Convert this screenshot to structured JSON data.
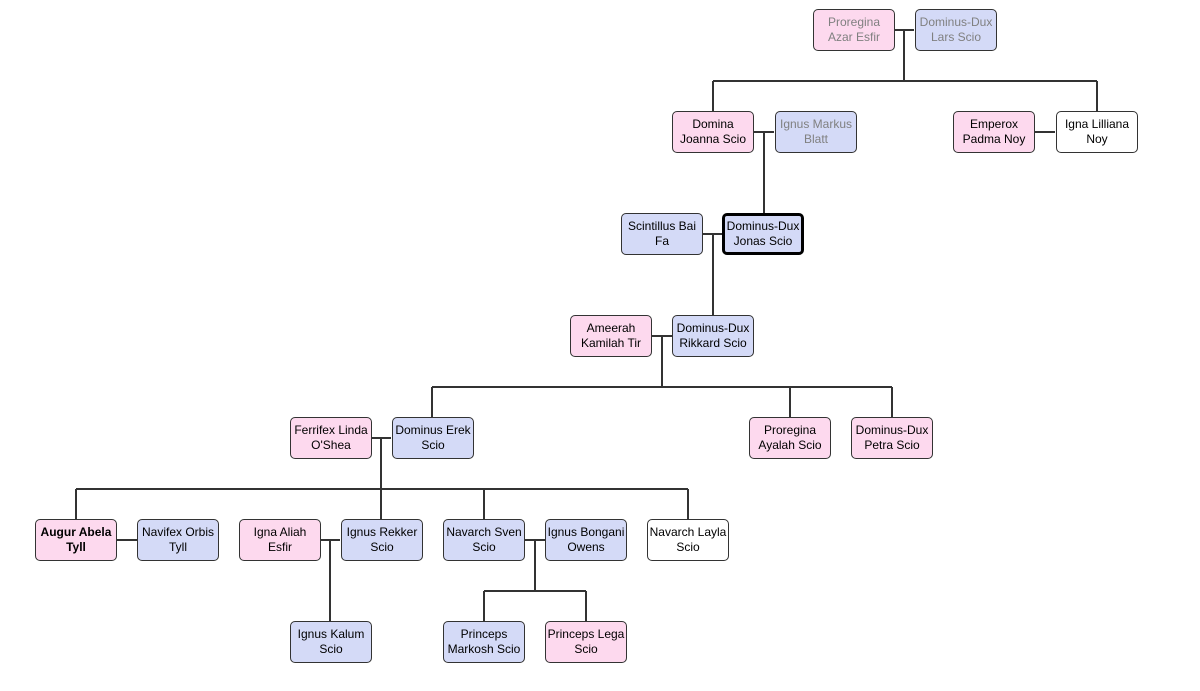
{
  "tree": {
    "people": {
      "azar": {
        "line1": "Proregina",
        "line2": "Azar Esfir",
        "sex": "female",
        "dim": true
      },
      "lars": {
        "line1": "Dominus-Dux",
        "line2": "Lars Scio",
        "sex": "male",
        "dim": true
      },
      "joanna": {
        "line1": "Domina",
        "line2": "Joanna Scio",
        "sex": "female"
      },
      "markus": {
        "line1": "Ignus Markus",
        "line2": "Blatt",
        "sex": "male",
        "dim": true
      },
      "padma": {
        "line1": "Emperox",
        "line2": "Padma Noy",
        "sex": "female"
      },
      "lilliana": {
        "line1": "Igna Lilliana",
        "line2": "Noy",
        "sex": "unknown"
      },
      "bai": {
        "line1": "Scintillus Bai",
        "line2": "Fa",
        "sex": "male"
      },
      "jonas": {
        "line1": "Dominus-Dux",
        "line2": "Jonas Scio",
        "sex": "male",
        "focus": true
      },
      "ameerah": {
        "line1": "Ameerah",
        "line2": "Kamilah Tir",
        "sex": "female"
      },
      "rikkard": {
        "line1": "Dominus-Dux",
        "line2": "Rikkard Scio",
        "sex": "male"
      },
      "linda": {
        "line1": "Ferrifex Linda",
        "line2": "O'Shea",
        "sex": "female"
      },
      "erek": {
        "line1": "Dominus Erek",
        "line2": "Scio",
        "sex": "male"
      },
      "ayalah": {
        "line1": "Proregina",
        "line2": "Ayalah Scio",
        "sex": "female"
      },
      "petra": {
        "line1": "Dominus-Dux",
        "line2": "Petra Scio",
        "sex": "female"
      },
      "abela": {
        "line1": "Augur Abela",
        "line2": "Tyll",
        "sex": "female",
        "bold": true
      },
      "orbis": {
        "line1": "Navifex Orbis",
        "line2": "Tyll",
        "sex": "male"
      },
      "aliah": {
        "line1": "Igna Aliah",
        "line2": "Esfir",
        "sex": "female"
      },
      "rekker": {
        "line1": "Ignus Rekker",
        "line2": "Scio",
        "sex": "male"
      },
      "sven": {
        "line1": "Navarch Sven",
        "line2": "Scio",
        "sex": "male"
      },
      "bongani": {
        "line1": "Ignus Bongani",
        "line2": "Owens",
        "sex": "male"
      },
      "layla": {
        "line1": "Navarch Layla",
        "line2": "Scio",
        "sex": "unknown"
      },
      "kalum": {
        "line1": "Ignus Kalum",
        "line2": "Scio",
        "sex": "male"
      },
      "markosh": {
        "line1": "Princeps",
        "line2": "Markosh Scio",
        "sex": "male"
      },
      "lega": {
        "line1": "Princeps Lega",
        "line2": "Scio",
        "sex": "female"
      }
    },
    "colors": {
      "female": "#fdd9ee",
      "male": "#d4daf7",
      "unknown": "#ffffff",
      "line": "#333333",
      "dim_text": "#808080"
    }
  }
}
